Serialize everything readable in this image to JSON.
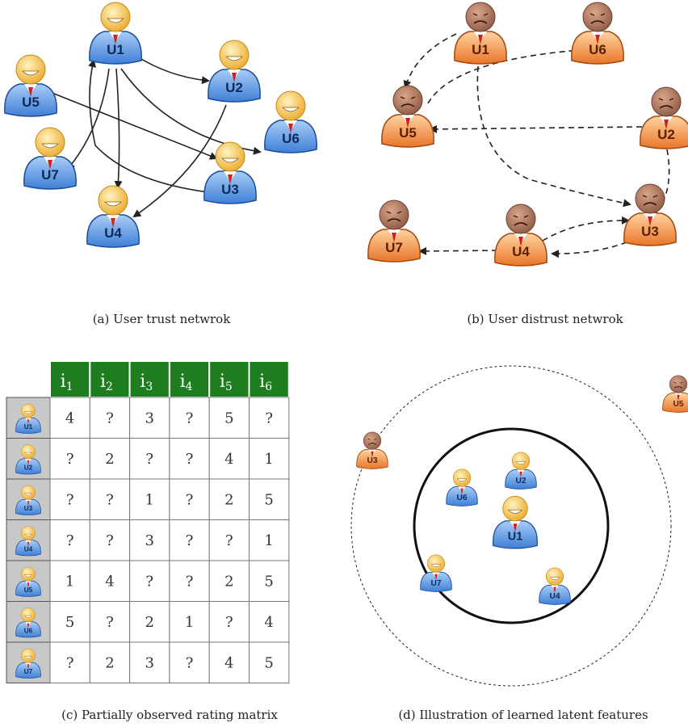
{
  "captions": {
    "a": "(a)  User trust netwrok",
    "b": "(b)  User distrust netwrok",
    "c": "(c)  Partially observed rating matrix",
    "d": "(d)  Illustration of learned latent features"
  },
  "users": [
    "U1",
    "U2",
    "U3",
    "U4",
    "U5",
    "U6",
    "U7"
  ],
  "matrix": {
    "columns": [
      "i1",
      "i2",
      "i3",
      "i4",
      "i5",
      "i6"
    ],
    "column_display": [
      "i",
      "i",
      "i",
      "i",
      "i",
      "i"
    ],
    "column_subscripts": [
      "1",
      "2",
      "3",
      "4",
      "5",
      "6"
    ],
    "rows": [
      {
        "user": "U1",
        "cells": [
          "4",
          "?",
          "3",
          "?",
          "5",
          "?"
        ]
      },
      {
        "user": "U2",
        "cells": [
          "?",
          "2",
          "?",
          "?",
          "4",
          "1"
        ]
      },
      {
        "user": "U3",
        "cells": [
          "?",
          "?",
          "1",
          "?",
          "2",
          "5"
        ]
      },
      {
        "user": "U4",
        "cells": [
          "?",
          "?",
          "3",
          "?",
          "?",
          "1"
        ]
      },
      {
        "user": "U5",
        "cells": [
          "1",
          "4",
          "?",
          "?",
          "2",
          "5"
        ]
      },
      {
        "user": "U6",
        "cells": [
          "5",
          "?",
          "2",
          "1",
          "?",
          "4"
        ]
      },
      {
        "user": "U7",
        "cells": [
          "?",
          "2",
          "3",
          "?",
          "4",
          "5"
        ]
      }
    ]
  },
  "colors": {
    "trust_body": "#5b9be8",
    "trust_face": "#f7c24a",
    "distrust_body": "#f59a4a",
    "distrust_face": "#a8705a",
    "header_green": "#1e7d1e",
    "row_header_gray": "#c8c8c8"
  }
}
